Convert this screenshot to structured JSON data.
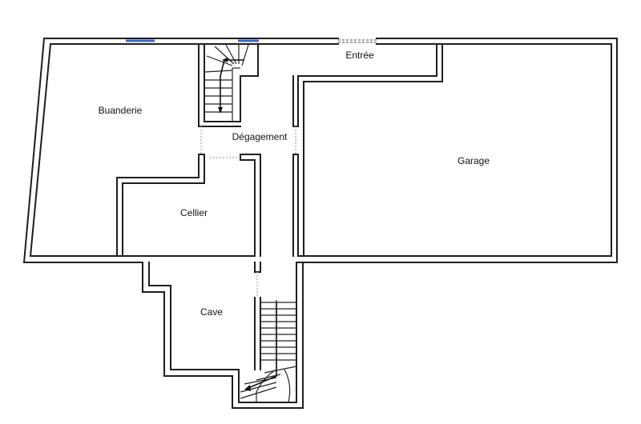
{
  "rooms": {
    "buanderie": "Buanderie",
    "degagement": "Dégagement",
    "entree": "Entrée",
    "garage": "Garage",
    "cellier": "Cellier",
    "cave": "Cave"
  },
  "colors": {
    "wall": "#1e1e1e",
    "window": "#3a63c8",
    "opening": "#b8b8b8"
  }
}
